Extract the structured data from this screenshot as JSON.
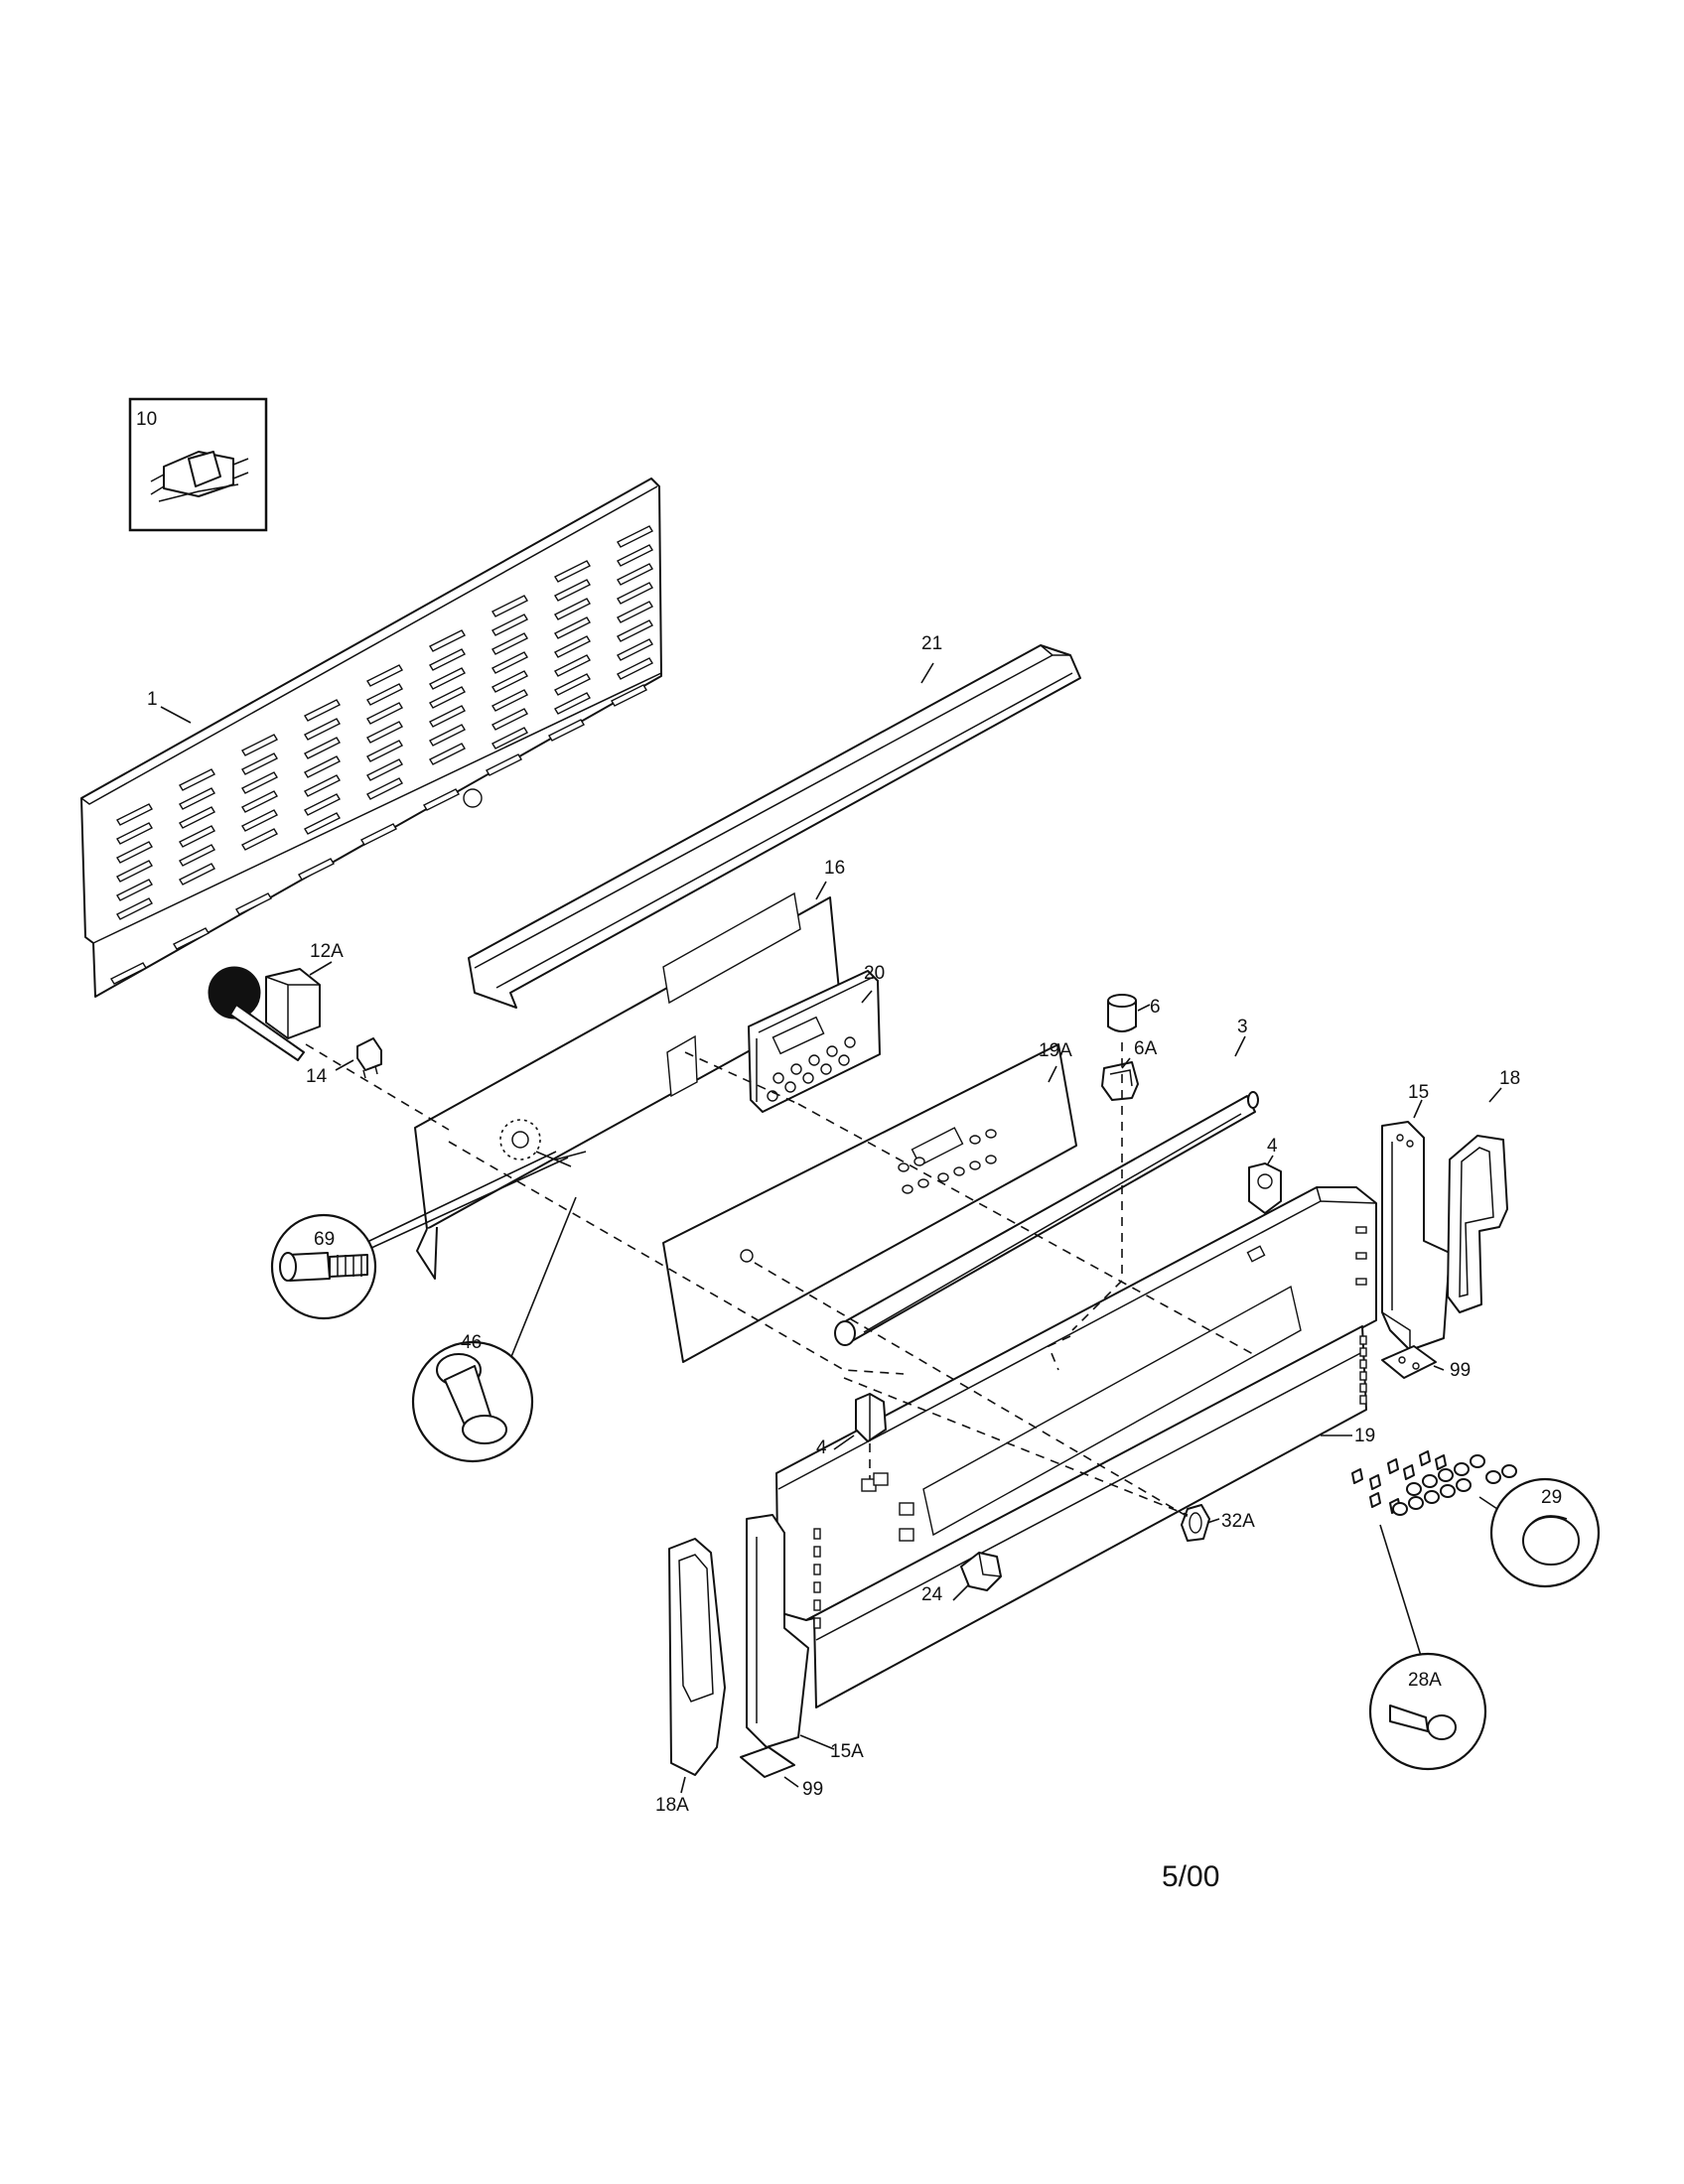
{
  "diagram": {
    "labels": {
      "p10": "10",
      "p1": "1",
      "p21": "21",
      "p16": "16",
      "p12A": "12A",
      "p20": "20",
      "p14": "14",
      "p19A": "19A",
      "p6": "6",
      "p6A": "6A",
      "p3": "3",
      "p18": "18",
      "p15": "15",
      "p4a": "4",
      "p69": "69",
      "p46": "46",
      "p99a": "99",
      "p4b": "4",
      "p19": "19",
      "p32A": "32A",
      "p29": "29",
      "p24": "24",
      "p28A": "28A",
      "p15A": "15A",
      "p99b": "99",
      "p18A": "18A"
    },
    "date_stamp": "5/00"
  }
}
